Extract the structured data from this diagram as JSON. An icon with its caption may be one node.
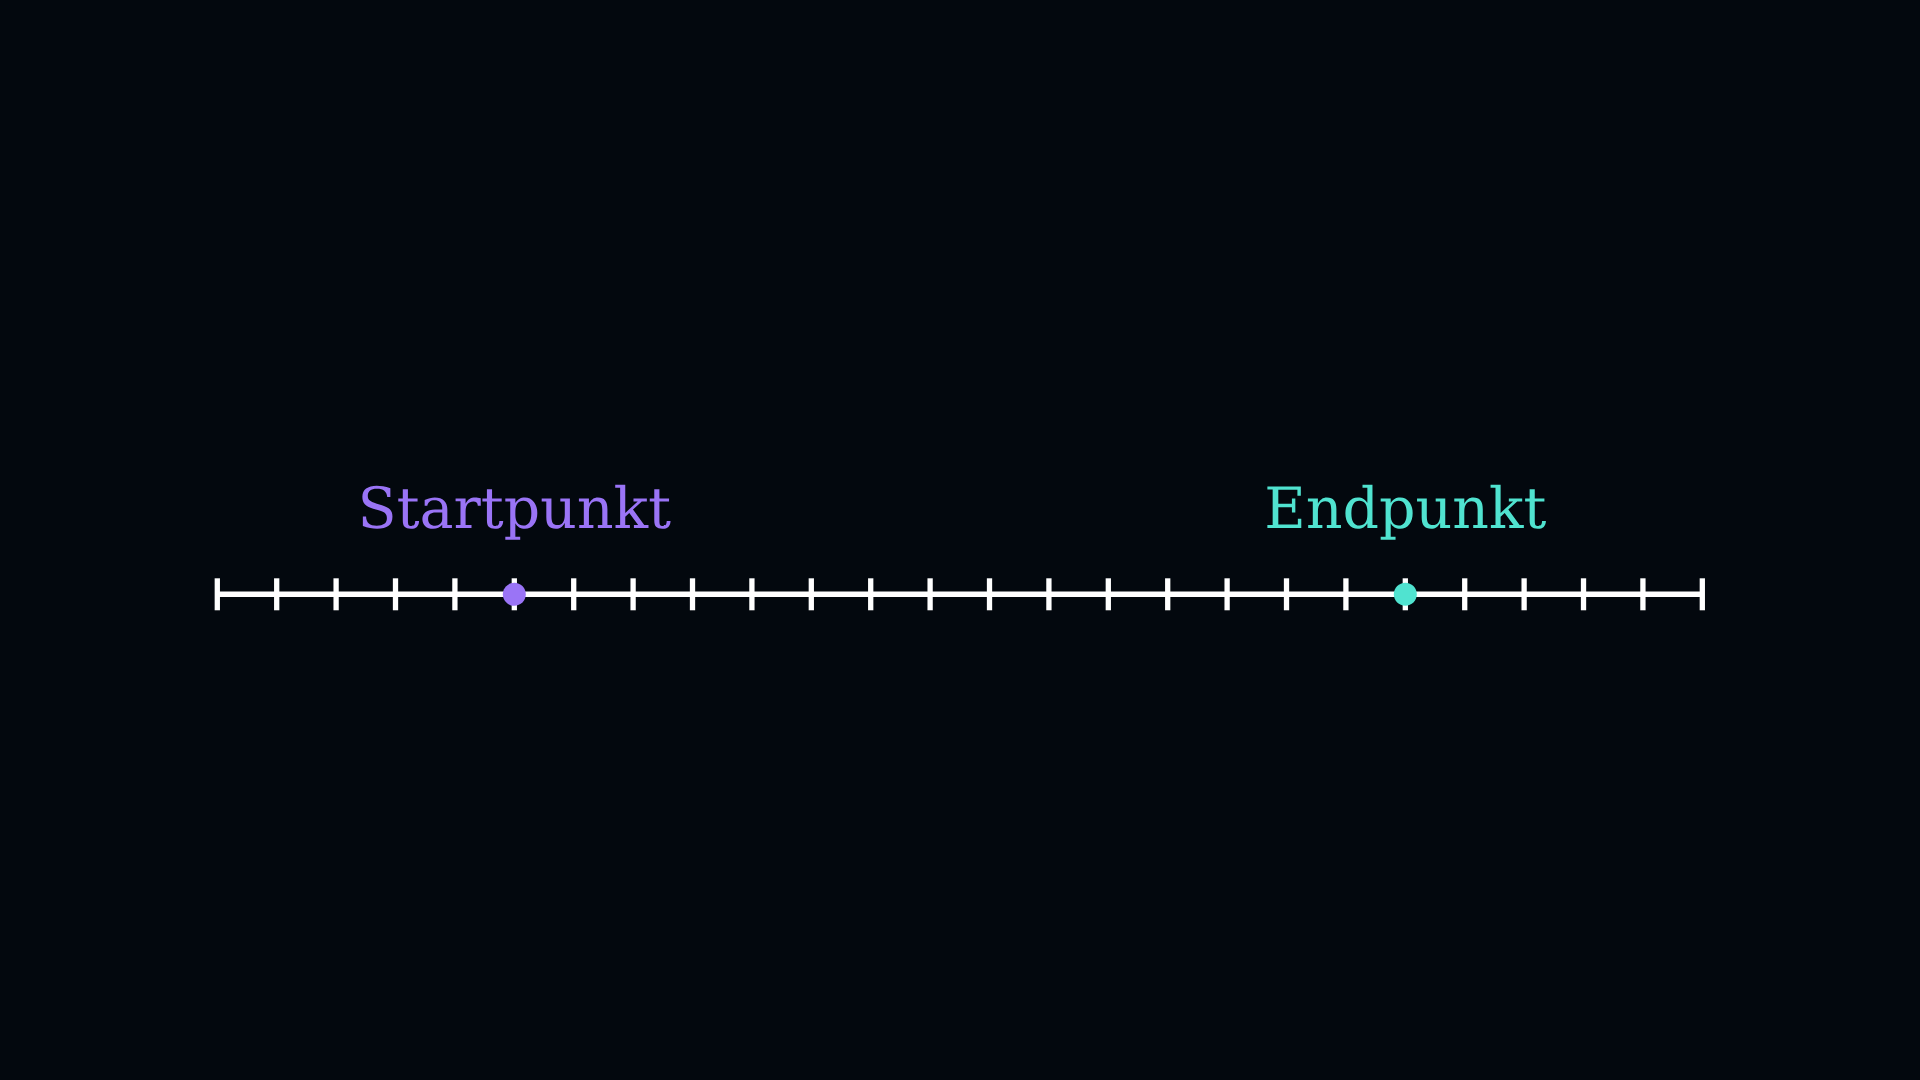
{
  "diagram": {
    "nodes": [
      {
        "text": [],
        "shape": "circle",
        "beside": [
          "Startpunkt"
        ]
      },
      {
        "text": [],
        "shape": "circle",
        "beside": [
          "Endpunkt"
        ]
      }
    ]
  }
}
